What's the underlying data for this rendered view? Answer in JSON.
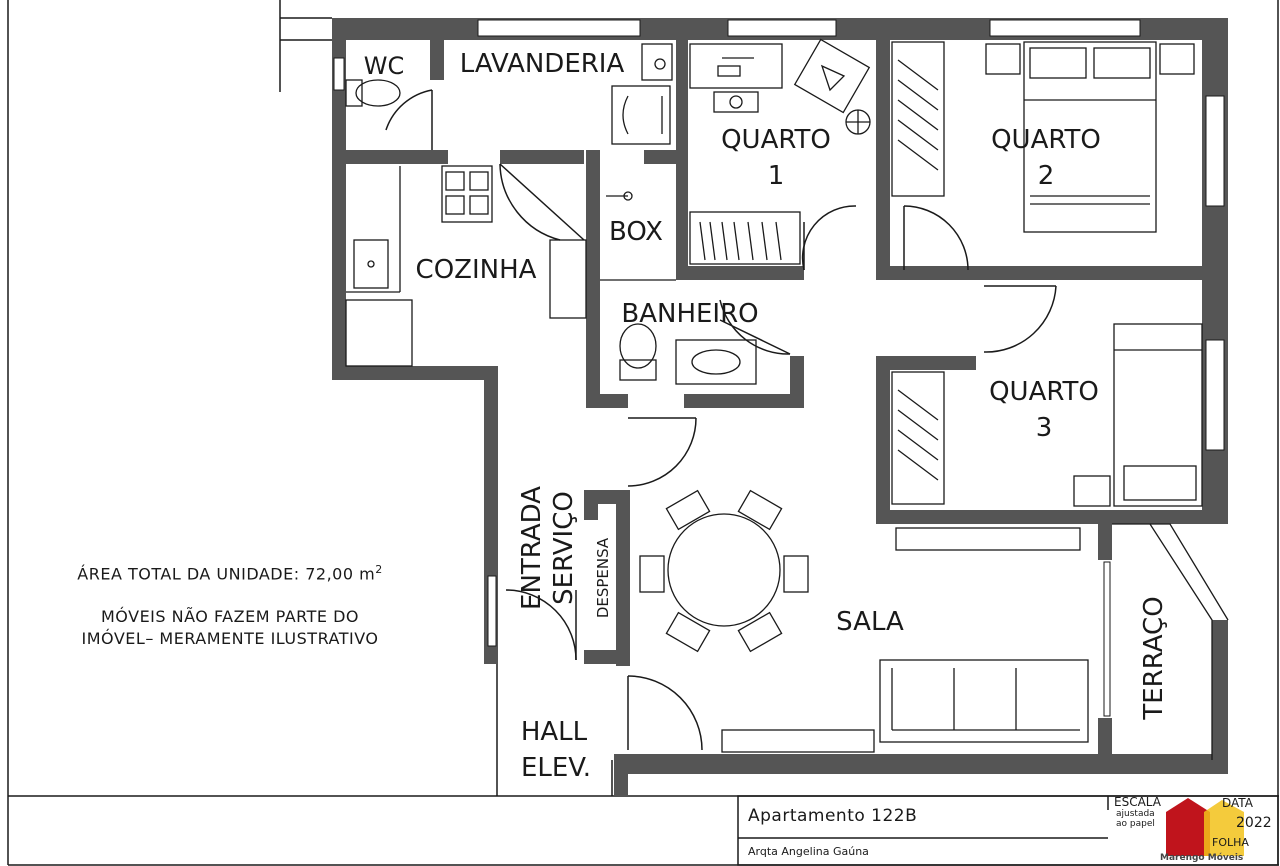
{
  "rooms": {
    "wc": "WC",
    "lavanderia": "LAVANDERIA",
    "quarto1": "QUARTO",
    "quarto1_num": "1",
    "quarto2": "QUARTO",
    "quarto2_num": "2",
    "quarto3": "QUARTO",
    "quarto3_num": "3",
    "box": "BOX",
    "cozinha": "COZINHA",
    "banheiro": "BANHEIRO",
    "entrada": "ENTRADA",
    "servico": "SERVIÇO",
    "despensa": "DESPENSA",
    "sala": "SALA",
    "terraco": "TERRAÇO",
    "hall": "HALL",
    "elev": "ELEV."
  },
  "notes": {
    "area_prefix": "ÁREA TOTAL DA UNIDADE: 72,00 m",
    "area_sup": "2",
    "furniture_line1": "MÓVEIS NÃO FAZEM PARTE DO",
    "furniture_line2": "IMÓVEL– MERAMENTE ILUSTRATIVO"
  },
  "title_block": {
    "project": "Apartamento 122B",
    "author": "Arqta Angelina Gaúna",
    "scale_label": "ESCALA",
    "scale_value_1": "ajustada",
    "scale_value_2": "ao papel",
    "date_label": "DATA",
    "date_value": "2022",
    "sheet_label": "FOLHA",
    "logo_text": "Marengo Móveis"
  },
  "colors": {
    "wall": "#555555",
    "line": "#1a1a1a",
    "logo_red": "#c0141c",
    "logo_yellow": "#f2c21a"
  }
}
